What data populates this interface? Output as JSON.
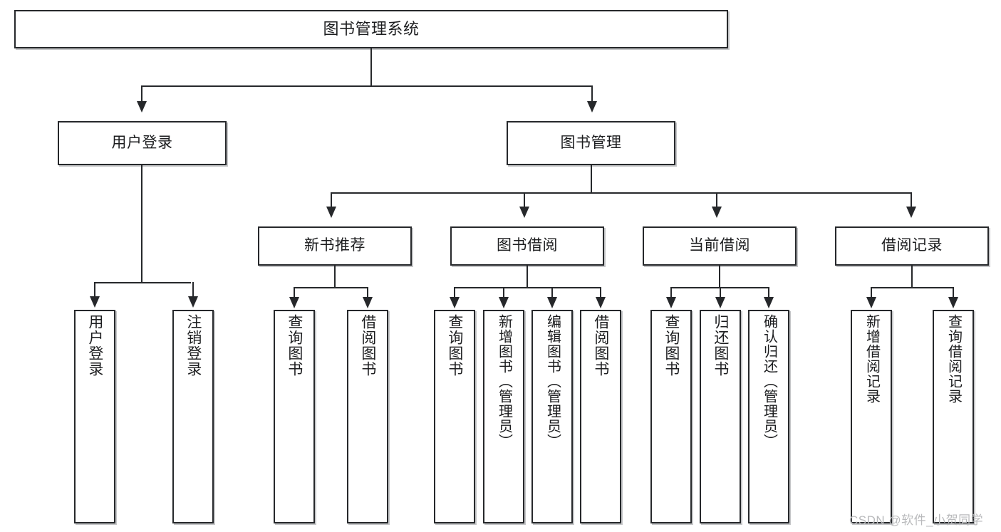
{
  "diagram": {
    "title_node": {
      "label": "图书管理系统"
    },
    "level2": [
      {
        "id": "user-login",
        "label": "用户登录"
      },
      {
        "id": "book-management",
        "label": "图书管理"
      }
    ],
    "level3": [
      {
        "id": "new-book-recommend",
        "label": "新书推荐"
      },
      {
        "id": "book-borrow",
        "label": "图书借阅"
      },
      {
        "id": "current-borrow",
        "label": "当前借阅"
      },
      {
        "id": "borrow-record",
        "label": "借阅记录"
      }
    ],
    "leaves": [
      {
        "id": "leaf-user-login",
        "label": "用户登录"
      },
      {
        "id": "leaf-logout-login",
        "label": "注销登录"
      },
      {
        "id": "leaf-query-book-1",
        "label": "查询图书"
      },
      {
        "id": "leaf-borrow-book-1",
        "label": "借阅图书"
      },
      {
        "id": "leaf-query-book-2",
        "label": "查询图书"
      },
      {
        "id": "leaf-add-book-admin",
        "label": "新增图书（管理员）"
      },
      {
        "id": "leaf-edit-book-admin",
        "label": "编辑图书（管理员）"
      },
      {
        "id": "leaf-borrow-book-2",
        "label": "借阅图书"
      },
      {
        "id": "leaf-query-book-3",
        "label": "查询图书"
      },
      {
        "id": "leaf-return-book",
        "label": "归还图书"
      },
      {
        "id": "leaf-confirm-return-admin",
        "label": "确认归还（管理员）"
      },
      {
        "id": "leaf-add-borrow-record",
        "label": "新增借阅记录"
      },
      {
        "id": "leaf-query-borrow-record",
        "label": "查询借阅记录"
      }
    ]
  },
  "watermark": {
    "text": "CSDN @软件_小贺同学"
  },
  "colors": {
    "stroke": "#26282b",
    "fill": "#ffffff",
    "text": "#1c1d1f",
    "shadow": "#96989b",
    "watermark": "#b9babc"
  }
}
